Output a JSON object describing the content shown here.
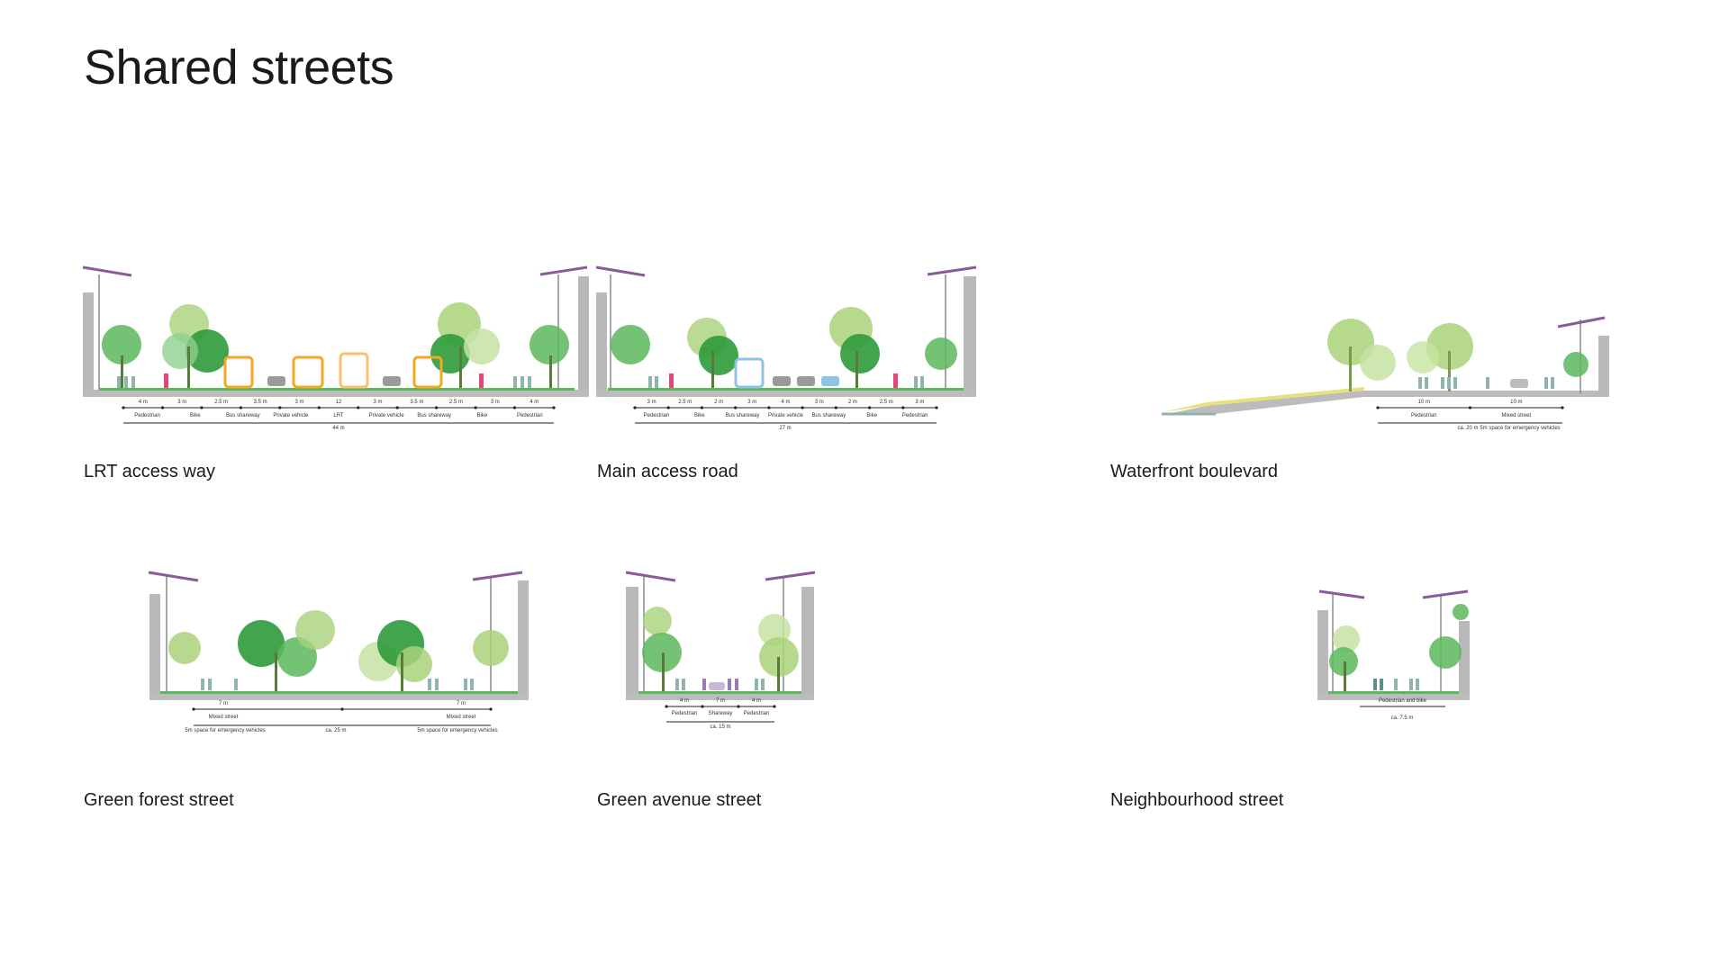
{
  "page": {
    "title": "Shared streets"
  },
  "colors": {
    "wall": "#b9b9b9",
    "ground": "#bcbcbc",
    "lane_blue": "#5b9fb3",
    "green_dark": "#2e9a3a",
    "green_mid": "#5cb85c",
    "green_light": "#a9d27a",
    "green_pale": "#c6e3a2",
    "pedestrian": "#8fb3ad",
    "bike": "#e0457b",
    "bus_lrt": "#f5a623",
    "bus_blue": "#8ec3e6",
    "car": "#9a9a9a",
    "shareway": "#9b7bb8",
    "solar": "#8a5a9a",
    "sand": "#e8e07a"
  },
  "sections": [
    {
      "title": "LRT access way",
      "dimensions": [
        "4 m",
        "3 m",
        "2.5 m",
        "3.5 m",
        "3 m",
        "12",
        "3 m",
        "3.5 m",
        "2.5 m",
        "3 m",
        "4 m"
      ],
      "lanes": [
        "Pedestrian",
        "Bike",
        "Bus shareway",
        "Private vehicle",
        "LRT",
        "Private vehicle",
        "Bus shareway",
        "Bike",
        "Pedestrian"
      ],
      "total": "44 m"
    },
    {
      "title": "Main access road",
      "dimensions": [
        "3 m",
        "2.5 m",
        "2 m",
        "3 m",
        "4 m",
        "3 m",
        "2 m",
        "2.5 m",
        "3 m"
      ],
      "lanes": [
        "Pedestrian",
        "Bike",
        "Bus shareway",
        "Private vehicle",
        "Bus shareway",
        "Bike",
        "Pedestrian"
      ],
      "total": "27 m"
    },
    {
      "title": "Waterfront boulevard",
      "dimensions": [
        "10 m",
        "10 m"
      ],
      "lanes": [
        "Pedestrian",
        "Mixed street"
      ],
      "total": "ca. 20 m",
      "note": "5m space for emergency vehicles"
    },
    {
      "title": "Green forest street",
      "dimensions": [
        "7 m",
        "7 m"
      ],
      "lanes": [
        "Mixed street",
        "Mixed street"
      ],
      "total": "ca. 25 m",
      "notes": [
        "5m space for emergency vehicles",
        "5m space for emergency vehicles"
      ]
    },
    {
      "title": "Green avenue street",
      "dimensions": [
        "4 m",
        "7 m",
        "4 m"
      ],
      "lanes": [
        "Pedestrian",
        "Shareway",
        "Pedestrian"
      ],
      "total": "ca. 15 m"
    },
    {
      "title": "Neighbourhood street",
      "lanes": [
        "Pedestrian and bike"
      ],
      "total": "ca. 7.5 m"
    }
  ]
}
